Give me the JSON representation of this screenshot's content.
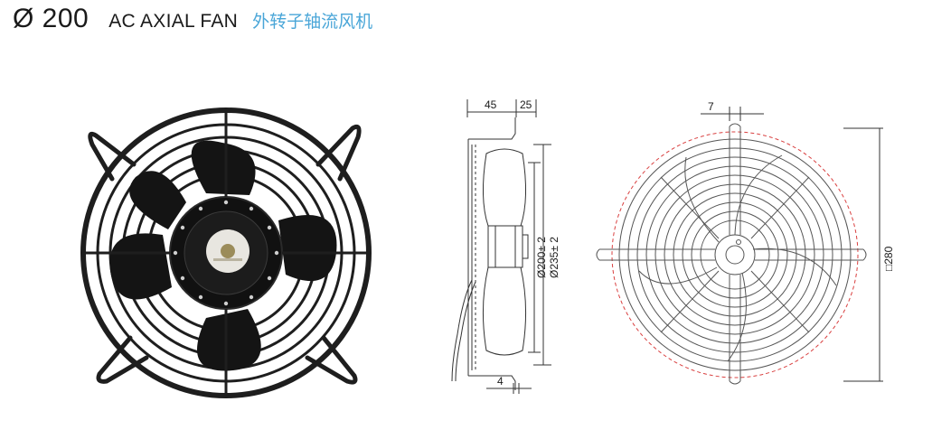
{
  "header": {
    "size_label": "Ø 200",
    "type_label": "AC AXIAL FAN",
    "chinese_label": "外转子轴流风机"
  },
  "side_view": {
    "dim_top_left": "45",
    "dim_top_right": "25",
    "dim_bottom": "4",
    "dim_diameter_1": "Ø200± 2",
    "dim_diameter_2": "Ø235± 2"
  },
  "front_view": {
    "dim_top": "7",
    "dim_square": "□280"
  },
  "colors": {
    "accent_chinese": "#4aa6d8",
    "outline_dashed": "#d94040",
    "drawing_stroke": "#333333",
    "fan_body": "#141414"
  }
}
